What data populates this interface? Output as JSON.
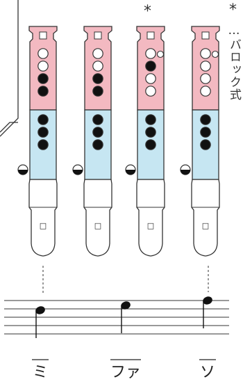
{
  "annotation": {
    "star": "*",
    "marker": "*",
    "colon": "…",
    "note": "バロック式"
  },
  "colors": {
    "head_pink": "#f3b9c1",
    "upper_pink": "#f3bec4",
    "lower_blue": "#c6e6f2",
    "foot_white": "#ffffff",
    "outline": "#333333",
    "hole_closed": "#111111",
    "hole_open": "#ffffff"
  },
  "fingerings": [
    {
      "name": "mi",
      "note_label": "ミ",
      "starred": false,
      "thumb": "half",
      "holes": [
        "open",
        "open",
        "closed",
        "closed",
        "closed",
        "closed",
        "closed"
      ],
      "foot_symbol": "□"
    },
    {
      "name": "fa",
      "note_label": "ファ",
      "starred": false,
      "thumb": "half",
      "holes": [
        "open",
        "open",
        "closed",
        "closed",
        "closed",
        "closed",
        "closed"
      ],
      "foot_symbol": "□"
    },
    {
      "name": "so-baroque",
      "note_label": "ソ",
      "starred": true,
      "thumb": "half",
      "holes": [
        "open",
        "closed",
        "open",
        "open",
        "closed",
        "closed",
        "closed"
      ],
      "foot_symbol": "□"
    },
    {
      "name": "so",
      "note_label": "ソ",
      "starred": false,
      "thumb": "half",
      "holes": [
        "open",
        "open",
        "open",
        "open",
        "closed",
        "closed",
        "closed"
      ],
      "foot_symbol": "□"
    }
  ]
}
